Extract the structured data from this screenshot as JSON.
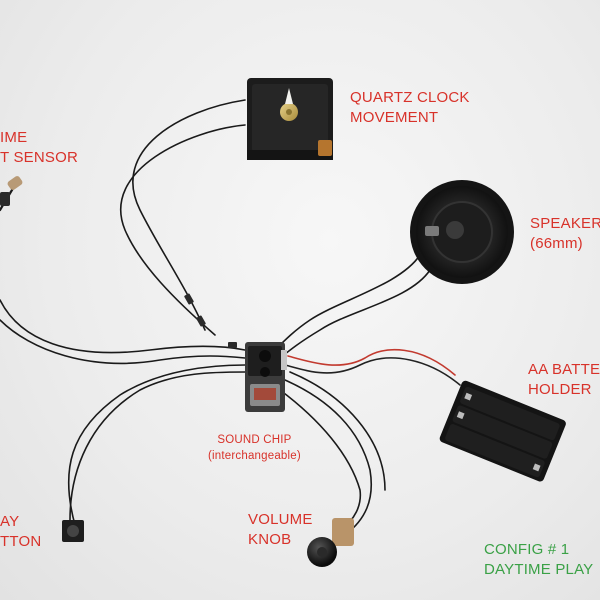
{
  "labels": {
    "daytime_sensor": {
      "line1": "IME",
      "line2": "T SENSOR"
    },
    "clock_movement": {
      "line1": "QUARTZ CLOCK",
      "line2": "MOVEMENT"
    },
    "speaker": {
      "line1": "SPEAKER",
      "line2": "(66mm)"
    },
    "battery": {
      "line1": "AA BATTE",
      "line2": "HOLDER"
    },
    "sound_chip": {
      "line1": "SOUND CHIP",
      "line2": "(interchangeable)"
    },
    "volume_knob": {
      "line1": "VOLUME",
      "line2": "KNOB"
    },
    "play_button": {
      "line1": "AY",
      "line2": "TTON"
    },
    "config": {
      "line1": "CONFIG # 1",
      "line2": "DAYTIME PLAY"
    }
  },
  "colors": {
    "label_red": "#d8322a",
    "label_green": "#3aa146",
    "background": "#efefef"
  }
}
